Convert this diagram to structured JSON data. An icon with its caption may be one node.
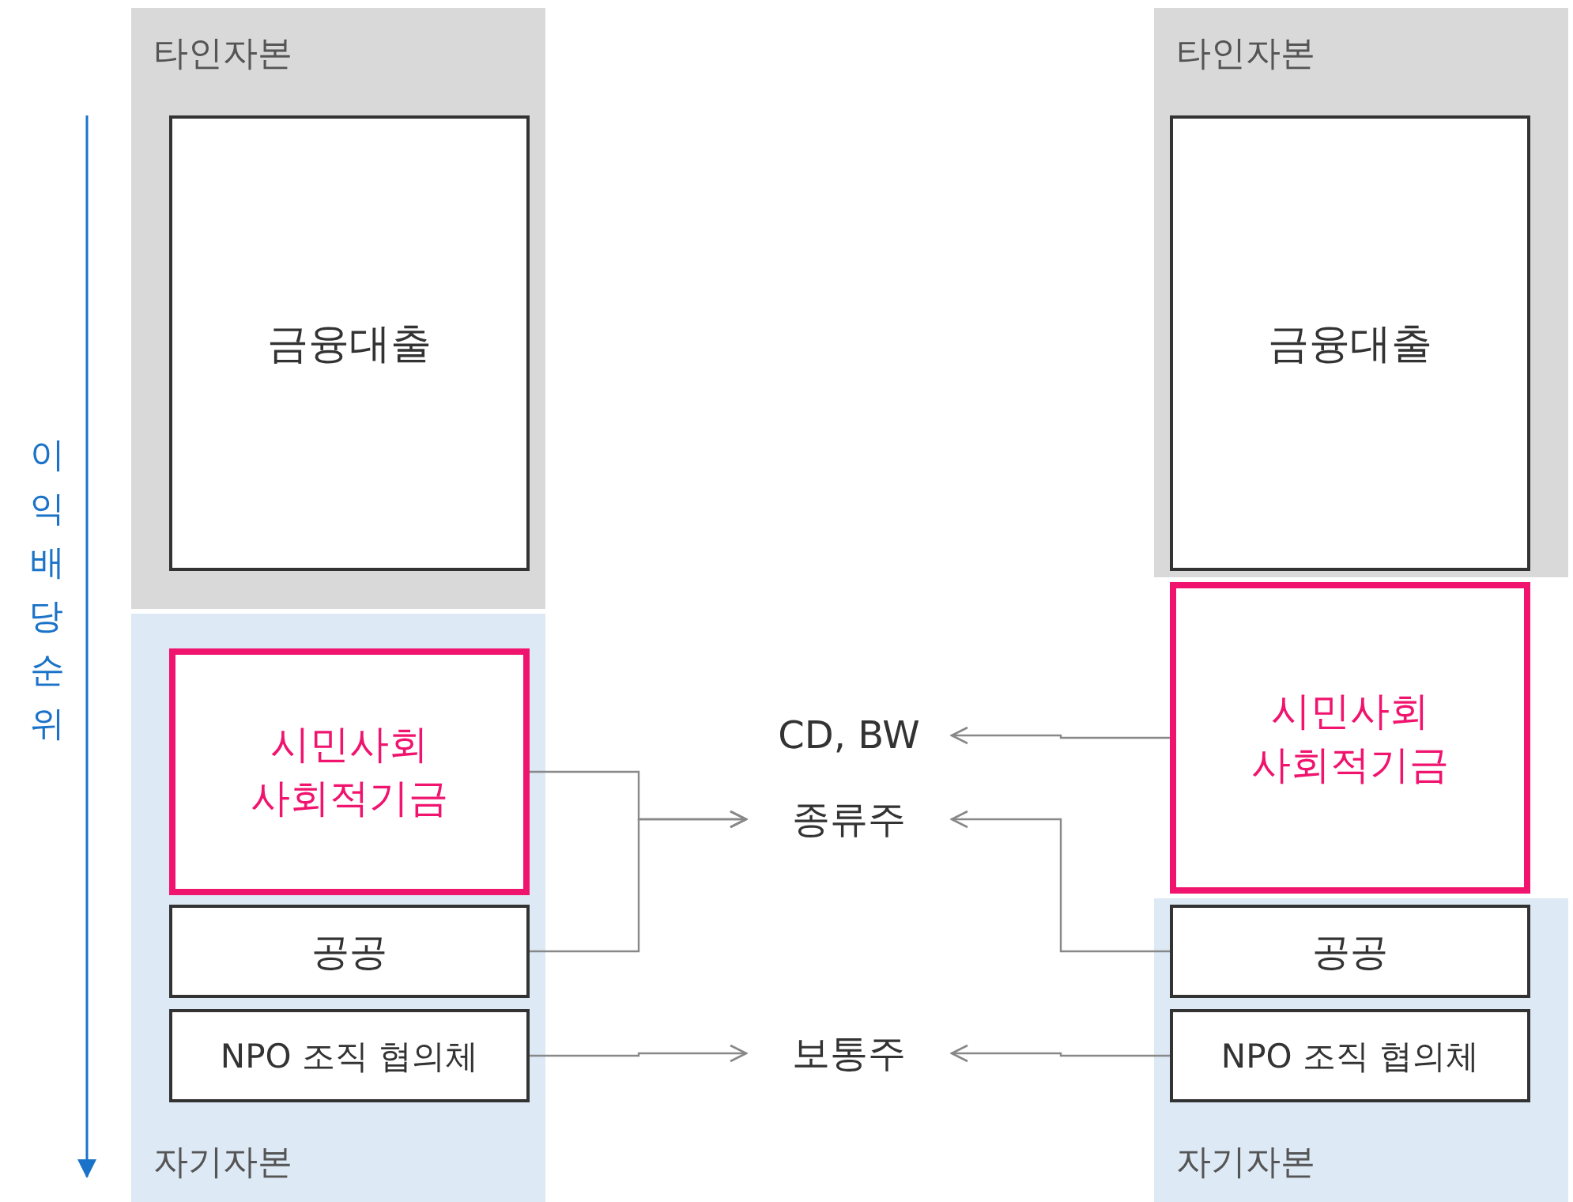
{
  "diagram": {
    "nodes": [
      {
        "text": [
          "타인자본"
        ]
      },
      {
        "text": [
          "금융대출"
        ],
        "in": 0
      },
      {
        "text": [
          "자기자본"
        ]
      },
      {
        "text": [
          "시민사회 사회적기금"
        ],
        "in": 2
      },
      {
        "text": [
          "공공"
        ],
        "in": 2
      },
      {
        "text": [
          "NPO 조직 협의체"
        ],
        "in": 2
      },
      {
        "text": [
          "CD, BW"
        ]
      },
      {
        "text": [
          "종류주"
        ]
      },
      {
        "text": [
          "보통주"
        ]
      },
      {
        "text": [
          "타인자본"
        ]
      },
      {
        "text": [
          "금융대출"
        ],
        "in": 9
      },
      {
        "text": [
          "자기자본"
        ]
      },
      {
        "text": [
          "시민사회 사회적기금"
        ]
      },
      {
        "text": [
          "공공"
        ],
        "in": 11
      },
      {
        "text": [
          "NPO 조직 협의체"
        ],
        "in": 11
      }
    ],
    "edges": [
      {
        "from": 3,
        "to": 7,
        "arrow": "to"
      },
      {
        "from": 4,
        "to": 7,
        "arrow": "to"
      },
      {
        "from": 5,
        "to": 8,
        "arrow": "to"
      },
      {
        "from": 12,
        "to": 6,
        "arrow": "to"
      },
      {
        "from": 13,
        "to": 7,
        "arrow": "to"
      },
      {
        "from": 14,
        "to": 8,
        "arrow": "to"
      }
    ],
    "labels": [
      "이익배당 순위"
    ]
  }
}
